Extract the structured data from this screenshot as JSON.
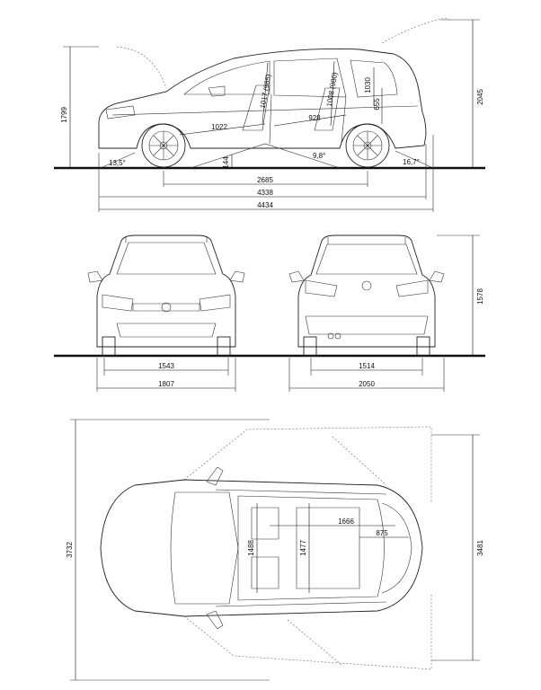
{
  "side_view": {
    "overall_height": "1799",
    "height_open_tailgate": "2045",
    "wheelbase": "2685",
    "length_a": "4338",
    "length_b": "4434",
    "ground_clearance": "144",
    "approach_angle": "13,5°",
    "departure_angle": "16,7°",
    "ramp_angle": "9,8°",
    "front_legroom": "1022",
    "rear_legroom": "928",
    "front_headroom": "1017 (985)",
    "rear_headroom": "1008 (980)",
    "cargo_height": "1030",
    "load_sill": "655"
  },
  "front_view": {
    "track_front": "1543",
    "width": "1807"
  },
  "rear_view": {
    "track_rear": "1514",
    "width_mirrors": "2050",
    "height": "1578"
  },
  "top_view": {
    "turning_width_left": "3732",
    "turning_width_right": "3481",
    "interior_length": "1666",
    "cargo_length": "875",
    "elbow_width_front": "1488",
    "elbow_width_rear": "1477"
  }
}
